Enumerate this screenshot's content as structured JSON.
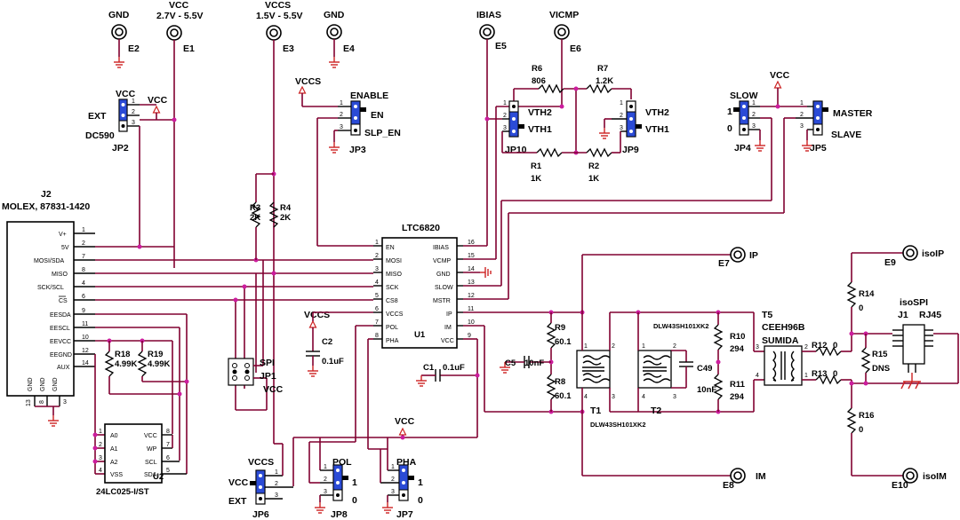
{
  "colors": {
    "wire": "#800030",
    "ground": "#cc2222",
    "junction": "#cc1d9e",
    "jumper": "#2b4bd6"
  },
  "terms": {
    "gnd1": "GND",
    "vcc_range": "2.7V - 5.5V",
    "vccs_range": "1.5V - 5.5V",
    "gnd2": "GND",
    "ibias": "IBIAS",
    "vicmp": "VICMP",
    "vcc": "VCC",
    "vccs": "VCCS",
    "e1": "E1",
    "e2": "E2",
    "e3": "E3",
    "e4": "E4",
    "e5": "E5",
    "e6": "E6",
    "e7": "E7",
    "e8": "E8",
    "e9": "E9",
    "e10": "E10",
    "ip": "IP",
    "im": "IM",
    "isoip": "isoIP",
    "isoim": "isoIM"
  },
  "jumpers": {
    "jp2": {
      "ref": "JP2",
      "vcc": "VCC",
      "ext": "EXT",
      "dc590": "DC590"
    },
    "jp3": {
      "ref": "JP3",
      "enable": "ENABLE",
      "en": "EN",
      "slp": "SLP_EN"
    },
    "jp10": {
      "ref": "JP10",
      "vth2": "VTH2",
      "vth1": "VTH1"
    },
    "jp9": {
      "ref": "JP9",
      "vth2": "VTH2",
      "vth1": "VTH1"
    },
    "jp4": {
      "ref": "JP4",
      "slow": "SLOW",
      "one": "1",
      "zero": "0"
    },
    "jp5": {
      "ref": "JP5",
      "master": "MASTER",
      "slave": "SLAVE"
    },
    "jp1": {
      "ref": "JP1",
      "spi": "SPI"
    },
    "jp6": {
      "ref": "JP6",
      "vccs": "VCCS",
      "vcc": "VCC",
      "ext": "EXT"
    },
    "jp8": {
      "ref": "JP8",
      "pol": "POL",
      "one": "1",
      "zero": "0"
    },
    "jp7": {
      "ref": "JP7",
      "pha": "PHA",
      "one": "1",
      "zero": "0"
    }
  },
  "resistors": {
    "r6": {
      "ref": "R6",
      "val": "806"
    },
    "r7": {
      "ref": "R7",
      "val": "1.2K"
    },
    "r1": {
      "ref": "R1",
      "val": "1K"
    },
    "r2": {
      "ref": "R2",
      "val": "1K"
    },
    "r3": {
      "ref": "R3",
      "val": "2K"
    },
    "r4": {
      "ref": "R4",
      "val": "2K"
    },
    "r18": {
      "ref": "R18",
      "val": "4.99K"
    },
    "r19": {
      "ref": "R19",
      "val": "4.99K"
    },
    "r9": {
      "ref": "R9",
      "val": "60.1"
    },
    "r8": {
      "ref": "R8",
      "val": "60.1"
    },
    "r10": {
      "ref": "R10",
      "val": "294"
    },
    "r11": {
      "ref": "R11",
      "val": "294"
    },
    "r14": {
      "ref": "R14",
      "val": "0"
    },
    "r15": {
      "ref": "R15",
      "val": "DNS"
    },
    "r16": {
      "ref": "R16",
      "val": "0"
    },
    "r12": {
      "ref": "R12",
      "val": "0"
    },
    "r13": {
      "ref": "R13",
      "val": "0"
    }
  },
  "capacitors": {
    "c2": {
      "ref": "C2",
      "val": "0.1uF"
    },
    "c1": {
      "ref": "C1",
      "val": "0.1uF"
    },
    "c5": {
      "ref": "C5",
      "val": "10nF"
    },
    "c49": {
      "ref": "C49",
      "val": "10nF"
    }
  },
  "j2": {
    "ref": "J2",
    "part": "MOLEX, 87831-1420",
    "pins": [
      "V+",
      "5V",
      "MOSI/SDA",
      "MISO",
      "SCK/SCL",
      "CS",
      "EESDA",
      "EESCL",
      "EEVCC",
      "EEGND",
      "AUX"
    ],
    "pin_nums": [
      "1",
      "2",
      "7",
      "8",
      "4",
      "6",
      "9",
      "11",
      "10",
      "12",
      "14"
    ],
    "gnd_pins": [
      "GND",
      "GND",
      "GND"
    ],
    "gnd_nums": [
      "13",
      "8",
      "3"
    ]
  },
  "u1": {
    "part": "LTC6820",
    "ref": "U1",
    "left": [
      "EN",
      "MOSI",
      "MISO",
      "SCK",
      "CS8",
      "VCCS",
      "POL",
      "PHA"
    ],
    "left_nums": [
      "1",
      "2",
      "3",
      "4",
      "5",
      "6",
      "7",
      "8"
    ],
    "right": [
      "IBIAS",
      "VCMP",
      "GND",
      "SLOW",
      "MSTR",
      "IP",
      "IM",
      "VCC"
    ],
    "right_nums": [
      "16",
      "15",
      "14",
      "13",
      "12",
      "11",
      "10",
      "9"
    ]
  },
  "u2": {
    "part": "24LC025-I/ST",
    "ref": "U2",
    "left": [
      "A0",
      "A1",
      "A2",
      "VSS"
    ],
    "left_nums": [
      "1",
      "2",
      "3",
      "4"
    ],
    "right": [
      "VCC",
      "WP",
      "SCL",
      "SDA"
    ],
    "right_nums": [
      "8",
      "7",
      "6",
      "5"
    ]
  },
  "transformers": {
    "t1": {
      "ref": "T1",
      "part": "DLW43SH101XK2"
    },
    "t2": {
      "ref": "T2",
      "part": "DLW43SH101XK2"
    },
    "t5": {
      "ref": "T5",
      "part": "CEEH96B",
      "mfr": "SUMIDA"
    }
  },
  "j1": {
    "ref": "J1",
    "type": "RJ45",
    "label": "isoSPI"
  }
}
